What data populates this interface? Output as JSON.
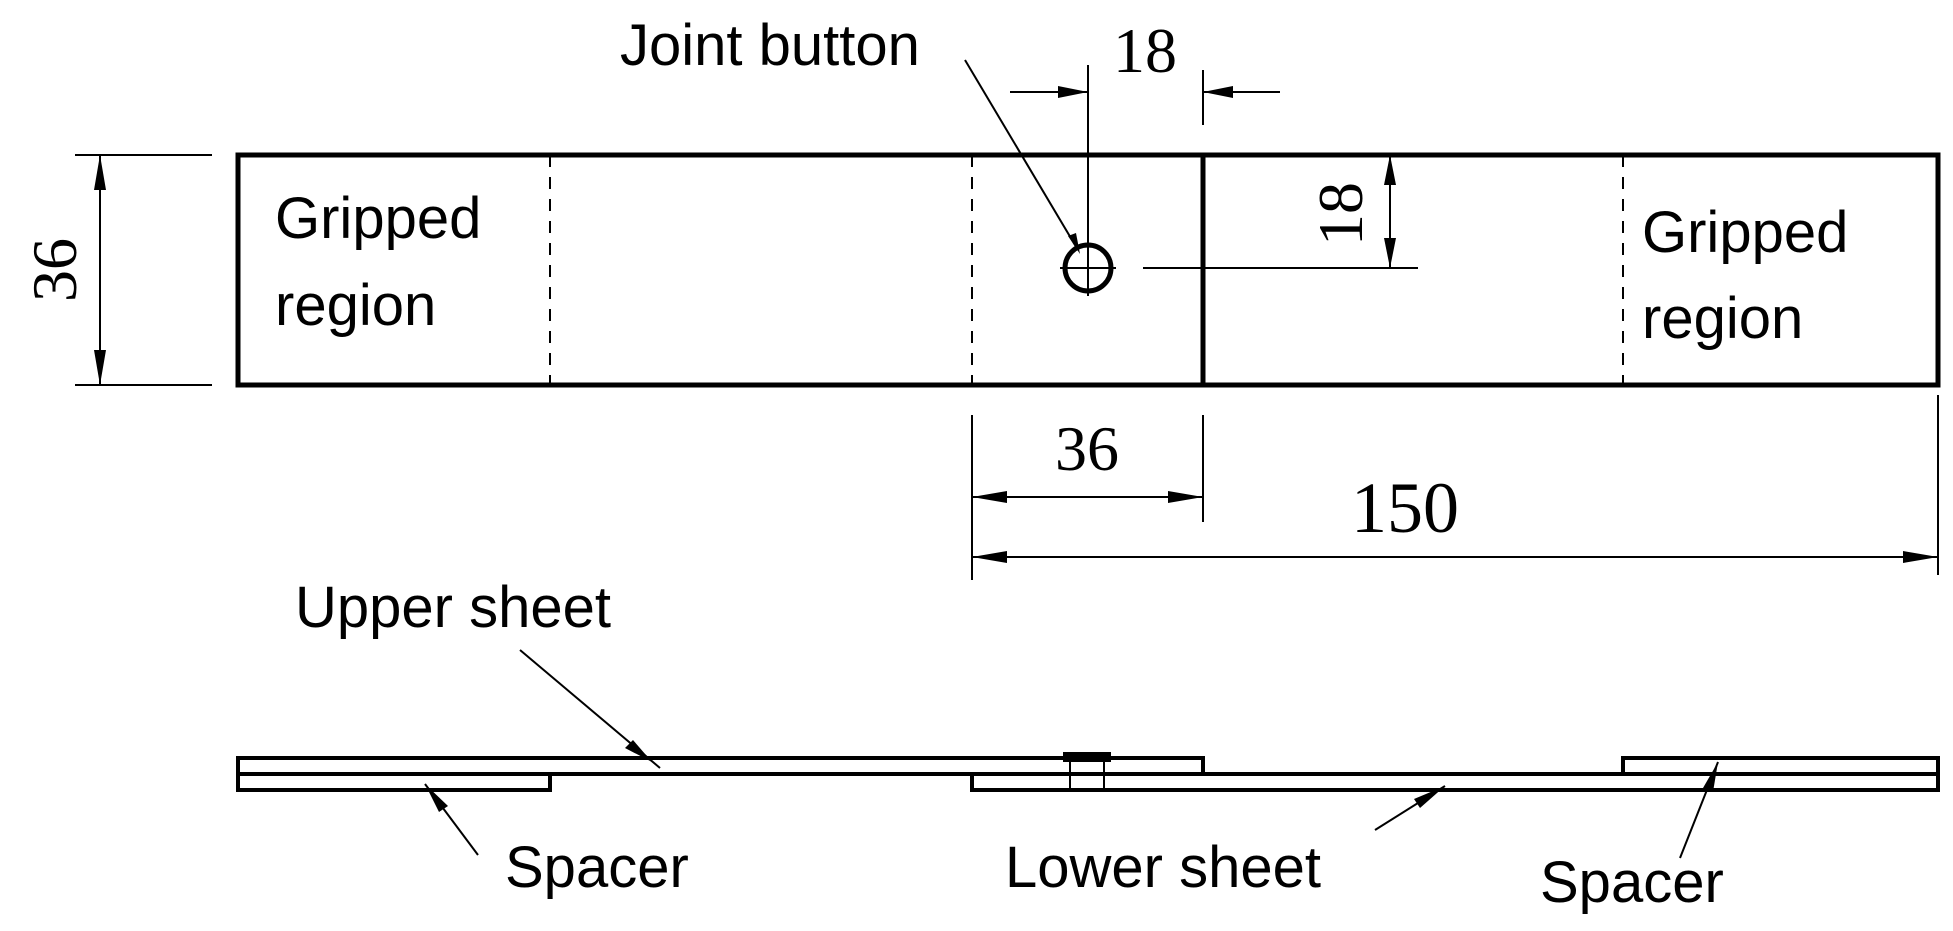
{
  "labels": {
    "joint_button": "Joint button",
    "gripped_left_1": "Gripped",
    "gripped_left_2": "region",
    "gripped_right_1": "Gripped",
    "gripped_right_2": "region",
    "upper_sheet": "Upper sheet",
    "lower_sheet": "Lower sheet",
    "spacer_left": "Spacer",
    "spacer_right": "Spacer"
  },
  "dimensions": {
    "button_offset": "18",
    "width_left": "36",
    "button_from_edge": "18",
    "overlap": "36",
    "sheet_length": "150"
  }
}
